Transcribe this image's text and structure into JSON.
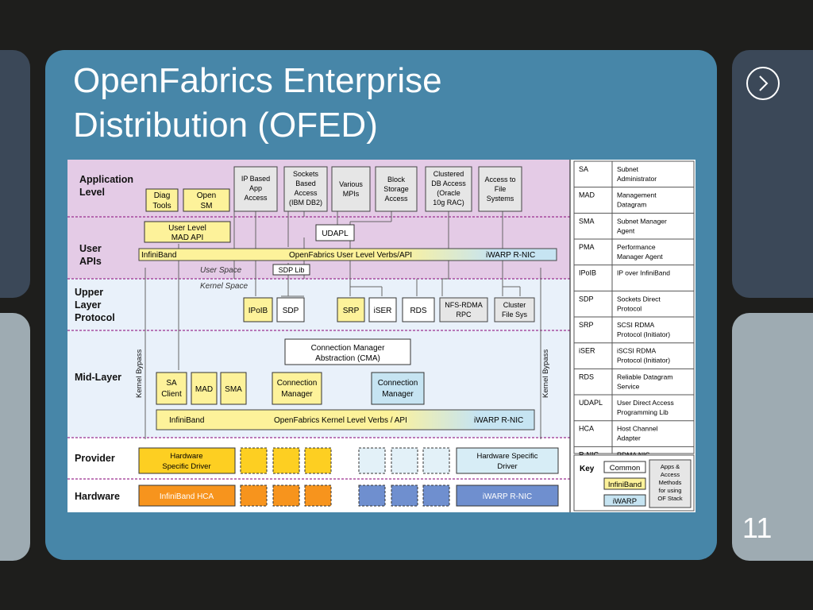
{
  "slide": {
    "title_line1": "OpenFabrics Enterprise",
    "title_line2": "Distribution (OFED)",
    "page_number": "11"
  },
  "layers": {
    "application": [
      "Application",
      "Level"
    ],
    "user_apis": [
      "User",
      "APIs"
    ],
    "upper_layer": [
      "Upper",
      "Layer",
      "Protocol"
    ],
    "mid_layer": [
      "Mid-Layer"
    ],
    "provider": [
      "Provider"
    ],
    "hardware": [
      "Hardware"
    ]
  },
  "application_boxes": {
    "diag_tools": [
      "Diag",
      "Tools"
    ],
    "open_sm": [
      "Open",
      "SM"
    ],
    "ip_based": [
      "IP Based",
      "App",
      "Access"
    ],
    "sockets_based": [
      "Sockets",
      "Based",
      "Access",
      "(IBM DB2)"
    ],
    "various_mpis": [
      "Various",
      "MPIs"
    ],
    "block_storage": [
      "Block",
      "Storage",
      "Access"
    ],
    "clustered_db": [
      "Clustered",
      "DB Access",
      "(Oracle",
      "10g RAC)"
    ],
    "access_to_fs": [
      "Access to",
      "File",
      "Systems"
    ]
  },
  "user_api_boxes": {
    "user_level_mad": [
      "User Level",
      "MAD API"
    ],
    "udapl": "UDAPL",
    "infiniband": "InfiniBand",
    "verbs_api": "OpenFabrics User Level  Verbs/API",
    "iwarp_rnic": "iWARP   R-NIC",
    "user_space": "User Space",
    "sdp_lib": "SDP Lib",
    "kernel_space": "Kernel Space"
  },
  "ulp_boxes": {
    "ipoib": "IPoIB",
    "sdp": "SDP",
    "srp": "SRP",
    "iser": "iSER",
    "rds": "RDS",
    "nfs_rdma": [
      "NFS-RDMA",
      "RPC"
    ],
    "cluster_fs": [
      "Cluster",
      "File Sys"
    ]
  },
  "mid_layer_boxes": {
    "cma": [
      "Connection Manager",
      "Abstraction (CMA)"
    ],
    "sa_client": [
      "SA",
      "Client"
    ],
    "mad": "MAD",
    "sma": "SMA",
    "cm_ib": [
      "Connection",
      "Manager"
    ],
    "cm_iwarp": [
      "Connection",
      "Manager"
    ],
    "kernel_bypass": "Kernel Bypass",
    "kverbs_ib": "InfiniBand",
    "kverbs_api": "OpenFabrics Kernel Level Verbs / API",
    "kverbs_iwarp": "iWARP R-NIC"
  },
  "provider_boxes": {
    "hw_specific_driver_ib": [
      "Hardware",
      "Specific Driver"
    ],
    "hw_specific_driver_iwarp": [
      "Hardware Specific",
      "Driver"
    ]
  },
  "hardware_boxes": {
    "ib_hca": "InfiniBand HCA",
    "iwarp_rnic": "iWARP R-NIC"
  },
  "glossary": [
    {
      "abbr": "SA",
      "desc": [
        "Subnet",
        "Administrator"
      ]
    },
    {
      "abbr": "MAD",
      "desc": [
        "Management",
        "Datagram"
      ]
    },
    {
      "abbr": "SMA",
      "desc": [
        "Subnet Manager",
        "Agent"
      ]
    },
    {
      "abbr": "PMA",
      "desc": [
        "Performance",
        "Manager Agent"
      ]
    },
    {
      "abbr": "IPoIB",
      "desc": [
        "IP over InfiniBand"
      ]
    },
    {
      "abbr": "SDP",
      "desc": [
        "Sockets Direct",
        "Protocol"
      ]
    },
    {
      "abbr": "SRP",
      "desc": [
        "SCSI RDMA",
        "Protocol (Initiator)"
      ]
    },
    {
      "abbr": "iSER",
      "desc": [
        "iSCSI RDMA",
        "Protocol (Initiator)"
      ]
    },
    {
      "abbr": "RDS",
      "desc": [
        "Reliable Datagram",
        "Service"
      ]
    },
    {
      "abbr": "UDAPL",
      "desc": [
        "User Direct Access",
        "Programming Lib"
      ]
    },
    {
      "abbr": "HCA",
      "desc": [
        "Host Channel",
        "Adapter"
      ]
    },
    {
      "abbr": "R-NIC",
      "desc": [
        "RDMA NIC"
      ]
    }
  ],
  "key": {
    "title": "Key",
    "common": "Common",
    "infiniband": "InfiniBand",
    "iwarp": "iWARP",
    "note": [
      "Apps &",
      "Access",
      "Methods",
      "for using",
      "OF Stack"
    ]
  },
  "colors": {
    "slide_bg": "#1e1e1c",
    "panel": "#4786a8",
    "app_level": "#e4cbe6",
    "upper_area": "#e9f1fa",
    "infiniband_yellow": "#fdf29a",
    "iwarp_blue": "#c6e4f2",
    "hca_orange": "#f7941d",
    "rnic_blue": "#6f8fcf"
  }
}
